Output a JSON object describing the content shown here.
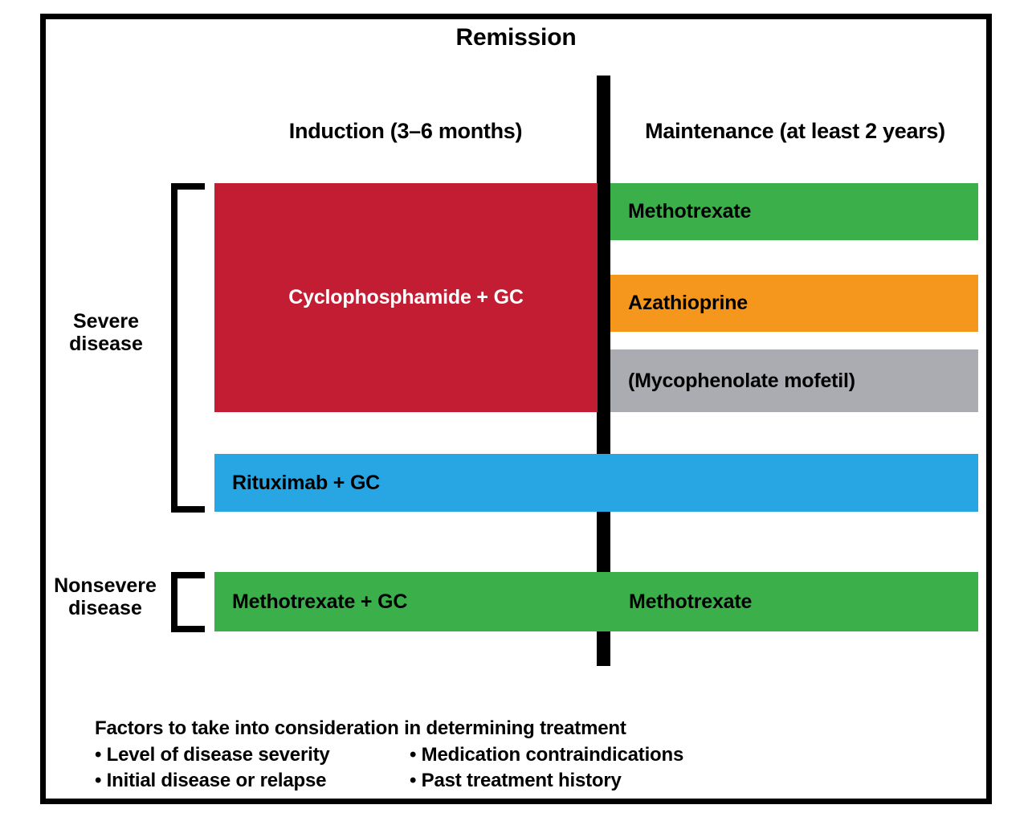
{
  "diagram": {
    "title": "Remission",
    "columns": [
      {
        "label": "Induction (3–6 months)"
      },
      {
        "label": "Maintenance (at least 2 years)"
      }
    ],
    "groups": [
      {
        "label": "Severe\ndisease"
      },
      {
        "label": "Nonsevere\ndisease"
      }
    ],
    "bars": [
      {
        "label": "Cyclophosphamide + GC",
        "color": "#C21D33",
        "text_color": "#FFFFFF"
      },
      {
        "label": "Methotrexate",
        "color": "#3BB04A",
        "text_color": "#000000"
      },
      {
        "label": "Azathioprine",
        "color": "#F5961D",
        "text_color": "#000000"
      },
      {
        "label": "(Mycophenolate mofetil)",
        "color": "#ABACB1",
        "text_color": "#000000"
      },
      {
        "label": "Rituximab + GC",
        "color": "#27A6E3",
        "text_color": "#000000"
      },
      {
        "label": "Methotrexate + GC",
        "label_right": "Methotrexate",
        "color": "#3BB04A",
        "text_color": "#000000"
      }
    ],
    "notes": {
      "title": "Factors to take into consideration in determining treatment",
      "items_left": [
        "• Level of disease severity",
        "• Initial disease or relapse"
      ],
      "items_right": [
        "• Medication contraindications",
        "• Past treatment history"
      ]
    }
  }
}
